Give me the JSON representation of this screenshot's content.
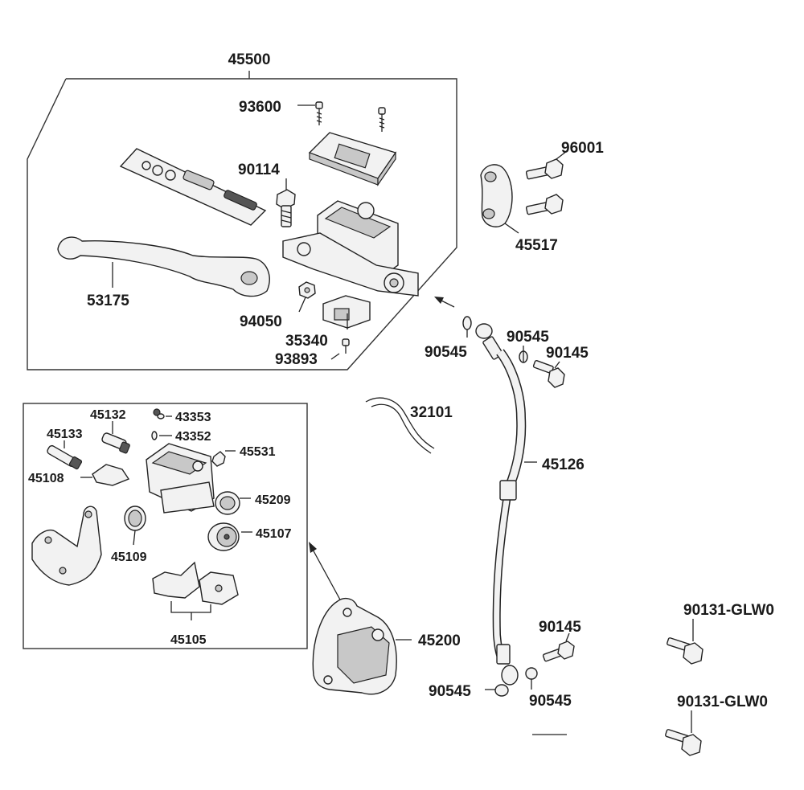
{
  "labels": {
    "p45500": "45500",
    "p93600": "93600",
    "p90114": "90114",
    "p53175": "53175",
    "p94050": "94050",
    "p35340": "35340",
    "p93893": "93893",
    "p96001": "96001",
    "p45517": "45517",
    "p90545_a": "90545",
    "p90545_b": "90545",
    "p90145_a": "90145",
    "p32101": "32101",
    "p45126": "45126",
    "p45132": "45132",
    "p43353": "43353",
    "p43352": "43352",
    "p45133": "45133",
    "p45531": "45531",
    "p45108": "45108",
    "p45209": "45209",
    "p45107": "45107",
    "p45109": "45109",
    "p45105": "45105",
    "p45200": "45200",
    "p90145_b": "90145",
    "p90545_c": "90545",
    "p90545_d": "90545",
    "p90131_a": "90131-GLW0",
    "p90131_b": "90131-GLW0"
  },
  "icons": [
    "arrow-icon"
  ]
}
